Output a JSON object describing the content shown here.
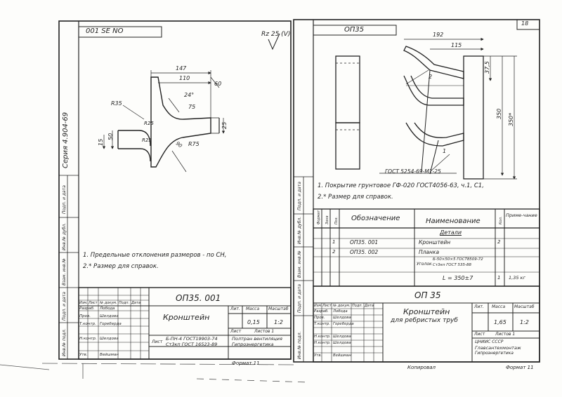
{
  "left_sheet": {
    "code_mirrored": "001 SE NO",
    "roughness": "Rz 25 (V)",
    "vertical_series": "Серия 4.904-69",
    "dims": {
      "d147": "147",
      "d110": "110",
      "d60": "60",
      "d24": "24°",
      "d75": "75",
      "R35": "R35",
      "R25a": "R25",
      "R25b": "R25",
      "R75": "R75",
      "d50": "50",
      "d15": "15",
      "d25": "25",
      "d90": "90"
    },
    "notes": [
      "1. Предельные отклонения размеров - по СН,",
      "2.* Размер для справок."
    ],
    "side_labels": [
      "Инв.№ подл.",
      "Подп. и дата",
      "Взам. инв.№",
      "Инв.№ дубл.",
      "Подп. и дата"
    ],
    "title_block": {
      "designation": "ОП35. 001",
      "name": "Кронштейн",
      "lit_label": "Лит.",
      "mass_label": "Масса",
      "scale_label": "Масштаб",
      "mass": "0,15",
      "scale": "1:2",
      "sheet_label": "Лист",
      "sheets_label": "Листов 1",
      "material_line1": "Б-ПН-4 ГОСТ19903-74",
      "material_line2": "Ст3кп ГОСТ 16523-89",
      "material_prefix": "Лист",
      "org_line1": "Полтран вентиляция",
      "org_line2": "Гипроэнергетика",
      "roles": [
        "Разраб.",
        "Пров.",
        "Т.контр.",
        "Н.контр.",
        "Утв."
      ],
      "names": [
        "Лобода",
        "Шелдова",
        "Гореберда",
        "Шелдова",
        "Вейшман"
      ],
      "row_header": [
        "Изм.",
        "Лист",
        "№ докум.",
        "Подп.",
        "Дата"
      ],
      "format": "Формат 11"
    }
  },
  "right_sheet": {
    "code_mirrored": "ОП35",
    "sheet_no": "18",
    "dims": {
      "d192": "192",
      "d115": "115",
      "d37_5": "37,5",
      "d350": "350",
      "d350s": "350*"
    },
    "callouts": [
      "2",
      "1"
    ],
    "gost_label": "ГОСТ 5254-69-М1-25",
    "notes": [
      "1. Покрытие грунтовое  ГФ-020  ГОСТ4056-63, ч.1, С1,",
      "2.* Размер для справок."
    ],
    "spec_headers": {
      "format": "Формат",
      "zone": "Зона",
      "pos": "Поз.",
      "designation": "Обозначение",
      "name": "Наименование",
      "qty": "Кол.",
      "note": "Приме-чание"
    },
    "spec_section": "Детали",
    "spec_rows": [
      {
        "pos": "1",
        "designation": "ОП35. 001",
        "name": "Кронштейн",
        "qty": "2",
        "note": ""
      },
      {
        "pos": "2",
        "designation": "ОП35. 002",
        "name": "Планка",
        "qty": "",
        "note": ""
      }
    ],
    "bracket_item": {
      "prefix": "Уголок",
      "line1": "Б-50×50×5 ГОСТ8509-72",
      "line2": "Ст3кп ГОСТ 535-88",
      "length": "L = 350±7",
      "qty": "1",
      "note": "1,35 кг"
    },
    "title_block": {
      "designation": "ОП 35",
      "name_line1": "Кронштейн",
      "name_line2": "для ребристых труб",
      "lit_label": "Лит.",
      "mass_label": "Масса",
      "scale_label": "Масштаб",
      "mass": "1,65",
      "scale": "1:2",
      "sheet_label": "Лист",
      "sheets_label": "Листов 1",
      "org_line1": "ЦНИИС  СССР",
      "org_line2": "Главсантехмонтаж",
      "org_line3": "Гипроэнергетика",
      "roles": [
        "Разраб.",
        "Пров.",
        "Т.контр.",
        "Н.контр.",
        "Н.контр.",
        "Утв."
      ],
      "names": [
        "Лобода",
        "Шелдова",
        "Гореберда",
        "Шелдова",
        "Шелдова",
        "Вейшман"
      ],
      "row_header": [
        "Изм.",
        "Лист",
        "№ докум.",
        "Подп.",
        "Дата"
      ],
      "copied": "Копировал",
      "format": "Формат 11"
    },
    "side_labels": [
      "Инв.№ подл.",
      "Подп. и дата",
      "Взам. инв.№",
      "Инв.№ дубл.",
      "Подп. и дата"
    ]
  }
}
